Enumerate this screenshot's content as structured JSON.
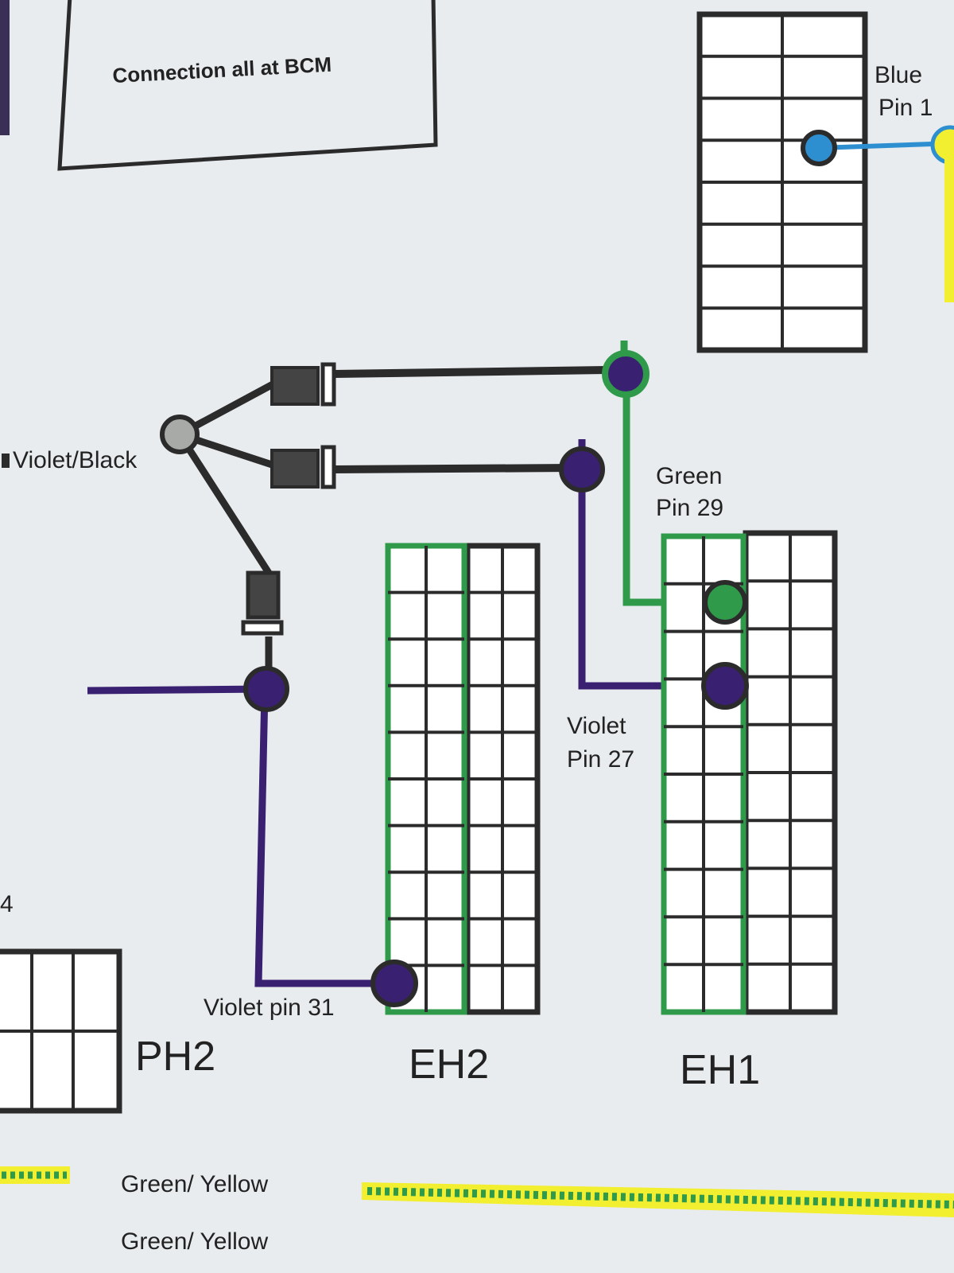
{
  "note": {
    "text": "Connection all at BCM"
  },
  "labels": {
    "blue_color": "Blue",
    "blue_pin": "Pin 1",
    "violet_black": "Violet/Black",
    "green_color": "Green",
    "green_pin": "Pin 29",
    "violet_color": "Violet",
    "violet_pin": "Pin 27",
    "violet_pin31": "Violet pin 31",
    "edge_digit": "4",
    "ph2": "PH2",
    "eh2": "EH2",
    "eh1": "EH1",
    "legend_1": "Green/ Yellow",
    "legend_2": "Green/ Yellow"
  },
  "colors": {
    "violet": "#3a2070",
    "green": "#2e9a4a",
    "blue": "#2e8fd0",
    "yellow": "#f2ee30",
    "black": "#2b2b2b",
    "splice": "#a8aaa8",
    "paper": "#e9ecef"
  }
}
